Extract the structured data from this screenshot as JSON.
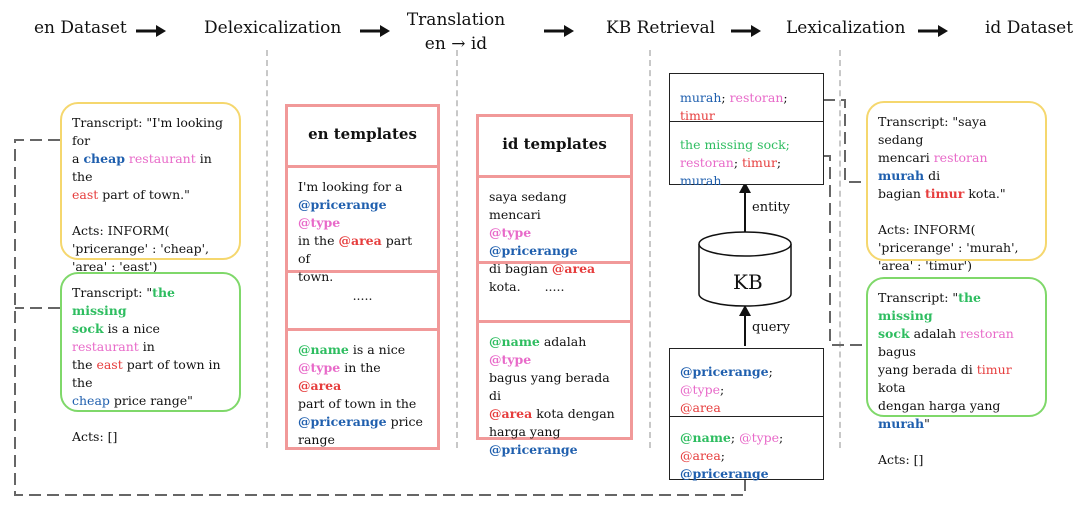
{
  "stages": {
    "en_dataset": "en Dataset",
    "delex": "Delexicalization",
    "translation_line1": "Translation",
    "translation_line2": "en → id",
    "kb_retrieval": "KB Retrieval",
    "lex": "Lexicalization",
    "id_dataset": "id Dataset"
  },
  "left_yellow": {
    "t1": "Transcript: \"I'm looking for",
    "t2": "a ",
    "cheap": "cheap",
    "restaurant": "restaurant",
    "t3": " in the",
    "east": "east",
    "t4": " part of town.\"",
    "acts1": "Acts: INFORM(",
    "acts2": "'pricerange' : 'cheap',",
    "acts3": "'area' : 'east')"
  },
  "left_green": {
    "t1": "Transcript: \"",
    "missing1": "the missing",
    "missing2": "sock",
    "t2": " is a nice ",
    "restaurant": "restaurant",
    "t3": " in",
    "t4": "the ",
    "east": "east",
    "t5": " part of town in the",
    "cheap": "cheap",
    "t6": " price range\"",
    "acts": "Acts: []"
  },
  "en_templates": {
    "title": "en templates",
    "s1_l1": "I'm looking for a",
    "pricerange": "@pricerange",
    "type": "@type",
    "s1_l3a": "in the ",
    "area": "@area",
    "s1_l3b": " part of",
    "s1_l4": "town.",
    "dots": ".....",
    "name": "@name",
    "s3_l1b": " is a nice",
    "s3_l2b": " in the ",
    "s3_l3": "part of town in the",
    "s3_l4b": " price",
    "s3_l5": "range"
  },
  "id_templates": {
    "title": "id templates",
    "s1_l1": "saya sedang mencari",
    "type": "@type",
    "pricerange": "@pricerange",
    "s1_l3a": "di bagian ",
    "area": "@area",
    "s1_l3b": " kota.",
    "dots": ".....",
    "name": "@name",
    "s3_l1b": " adalah ",
    "s3_l2": "bagus yang berada di",
    "s3_l3b": " kota dengan",
    "s3_l4": "harga yang"
  },
  "kb": {
    "top_murah": "murah",
    "top_restoran": "restoran",
    "top_timur": "timur",
    "missing": "the missing sock;",
    "restoran": "restoran",
    "timur": "timur",
    "murah": "murah",
    "entity": "entity",
    "kb_label": "KB",
    "query": "query",
    "q_pricerange": "@pricerange",
    "q_type": "@type",
    "q_area": "@area",
    "q_name": "@name",
    "sep": "; "
  },
  "right_yellow": {
    "t1": "Transcript: \"saya sedang",
    "t2a": "mencari ",
    "restoran": "restoran",
    "murah": "murah",
    "t2b": " di",
    "t3a": "bagian ",
    "timur": "timur",
    "t3b": " kota.\"",
    "acts1": "Acts: INFORM(",
    "acts2": "'pricerange' : 'murah',",
    "acts3": "'area' : 'timur')"
  },
  "right_green": {
    "t1": "Transcript: \"",
    "missing1": "the missing",
    "missing2": "sock",
    "t2a": " adalah ",
    "restoran": "restoran",
    "t2b": " bagus",
    "t3a": "yang berada di ",
    "timur": "timur",
    "t3b": " kota",
    "t4a": "dengan harga yang ",
    "murah": "murah",
    "t4b": "\"",
    "acts": "Acts: []"
  },
  "colors": {
    "pricerange": "#1f5fae",
    "type": "#e86ac9",
    "area": "#e63d3d",
    "name": "#2ebd60",
    "template_border": "#f19999",
    "yellow_border": "#f5d76e",
    "green_border": "#7fd86a"
  }
}
